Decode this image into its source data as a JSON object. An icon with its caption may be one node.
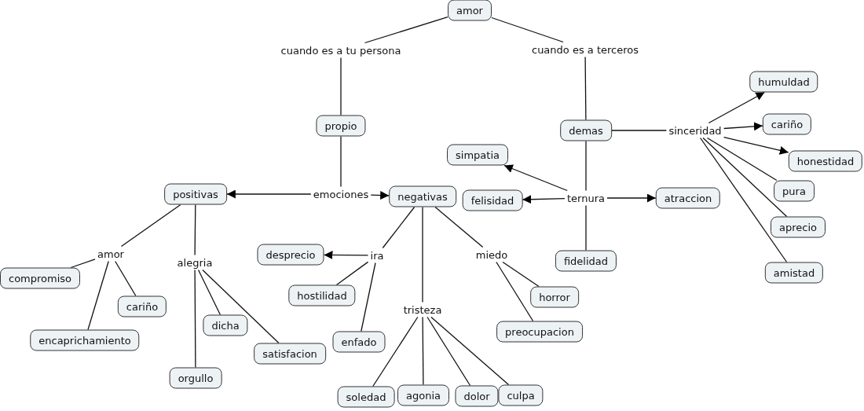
{
  "diagram": {
    "nodes": [
      {
        "text": [
          "amor"
        ]
      },
      {
        "text": [
          "cuando es a tu persona"
        ]
      },
      {
        "text": [
          "cuando es a terceros"
        ]
      },
      {
        "text": [
          "propio"
        ]
      },
      {
        "text": [
          "demas"
        ]
      },
      {
        "text": [
          "sinceridad"
        ]
      },
      {
        "text": [
          "humuldad"
        ]
      },
      {
        "text": [
          "cariño"
        ]
      },
      {
        "text": [
          "honestidad"
        ]
      },
      {
        "text": [
          "simpatia"
        ]
      },
      {
        "text": [
          "positivas"
        ]
      },
      {
        "text": [
          "emociones"
        ]
      },
      {
        "text": [
          "negativas"
        ]
      },
      {
        "text": [
          "felisidad"
        ]
      },
      {
        "text": [
          "ternura"
        ]
      },
      {
        "text": [
          "atraccion"
        ]
      },
      {
        "text": [
          "pura"
        ]
      },
      {
        "text": [
          "aprecio"
        ]
      },
      {
        "text": [
          "amor"
        ]
      },
      {
        "text": [
          "alegria"
        ]
      },
      {
        "text": [
          "desprecio"
        ]
      },
      {
        "text": [
          "ira"
        ]
      },
      {
        "text": [
          "miedo"
        ]
      },
      {
        "text": [
          "fidelidad"
        ]
      },
      {
        "text": [
          "amistad"
        ]
      },
      {
        "text": [
          "compromiso"
        ]
      },
      {
        "text": [
          "cariño"
        ]
      },
      {
        "text": [
          "hostilidad"
        ]
      },
      {
        "text": [
          "horror"
        ]
      },
      {
        "text": [
          "tristeza"
        ]
      },
      {
        "text": [
          "dicha"
        ]
      },
      {
        "text": [
          "encaprichamiento"
        ]
      },
      {
        "text": [
          "enfado"
        ]
      },
      {
        "text": [
          "preocupacion"
        ]
      },
      {
        "text": [
          "satisfacion"
        ]
      },
      {
        "text": [
          "orgullo"
        ]
      },
      {
        "text": [
          "soledad"
        ]
      },
      {
        "text": [
          "agonia"
        ]
      },
      {
        "text": [
          "dolor"
        ]
      },
      {
        "text": [
          "culpa"
        ]
      }
    ],
    "edges": [
      {
        "from": 0,
        "to": 1,
        "arrow": "none"
      },
      {
        "from": 0,
        "to": 2,
        "arrow": "none"
      },
      {
        "from": 1,
        "to": 3,
        "arrow": "none"
      },
      {
        "from": 2,
        "to": 4,
        "arrow": "none"
      },
      {
        "from": 3,
        "to": 11,
        "arrow": "none"
      },
      {
        "from": 11,
        "to": 10,
        "arrow": "to"
      },
      {
        "from": 11,
        "to": 12,
        "arrow": "to"
      },
      {
        "from": 4,
        "to": 5,
        "arrow": "none"
      },
      {
        "from": 5,
        "to": 6,
        "arrow": "to"
      },
      {
        "from": 5,
        "to": 7,
        "arrow": "to"
      },
      {
        "from": 5,
        "to": 8,
        "arrow": "to"
      },
      {
        "from": 5,
        "to": 16,
        "arrow": "none"
      },
      {
        "from": 5,
        "to": 17,
        "arrow": "none"
      },
      {
        "from": 5,
        "to": 24,
        "arrow": "none"
      },
      {
        "from": 4,
        "to": 14,
        "arrow": "none"
      },
      {
        "from": 14,
        "to": 9,
        "arrow": "to"
      },
      {
        "from": 14,
        "to": 13,
        "arrow": "to"
      },
      {
        "from": 14,
        "to": 15,
        "arrow": "to"
      },
      {
        "from": 14,
        "to": 23,
        "arrow": "none"
      },
      {
        "from": 10,
        "to": 18,
        "arrow": "none"
      },
      {
        "from": 10,
        "to": 19,
        "arrow": "none"
      },
      {
        "from": 18,
        "to": 25,
        "arrow": "none"
      },
      {
        "from": 18,
        "to": 26,
        "arrow": "none"
      },
      {
        "from": 18,
        "to": 31,
        "arrow": "none"
      },
      {
        "from": 19,
        "to": 30,
        "arrow": "none"
      },
      {
        "from": 19,
        "to": 34,
        "arrow": "none"
      },
      {
        "from": 19,
        "to": 35,
        "arrow": "none"
      },
      {
        "from": 12,
        "to": 21,
        "arrow": "none"
      },
      {
        "from": 12,
        "to": 29,
        "arrow": "none"
      },
      {
        "from": 12,
        "to": 22,
        "arrow": "none"
      },
      {
        "from": 21,
        "to": 20,
        "arrow": "to"
      },
      {
        "from": 21,
        "to": 27,
        "arrow": "none"
      },
      {
        "from": 21,
        "to": 32,
        "arrow": "none"
      },
      {
        "from": 22,
        "to": 28,
        "arrow": "none"
      },
      {
        "from": 22,
        "to": 33,
        "arrow": "none"
      },
      {
        "from": 29,
        "to": 36,
        "arrow": "none"
      },
      {
        "from": 29,
        "to": 37,
        "arrow": "none"
      },
      {
        "from": 29,
        "to": 38,
        "arrow": "none"
      },
      {
        "from": 29,
        "to": 39,
        "arrow": "none"
      }
    ]
  }
}
